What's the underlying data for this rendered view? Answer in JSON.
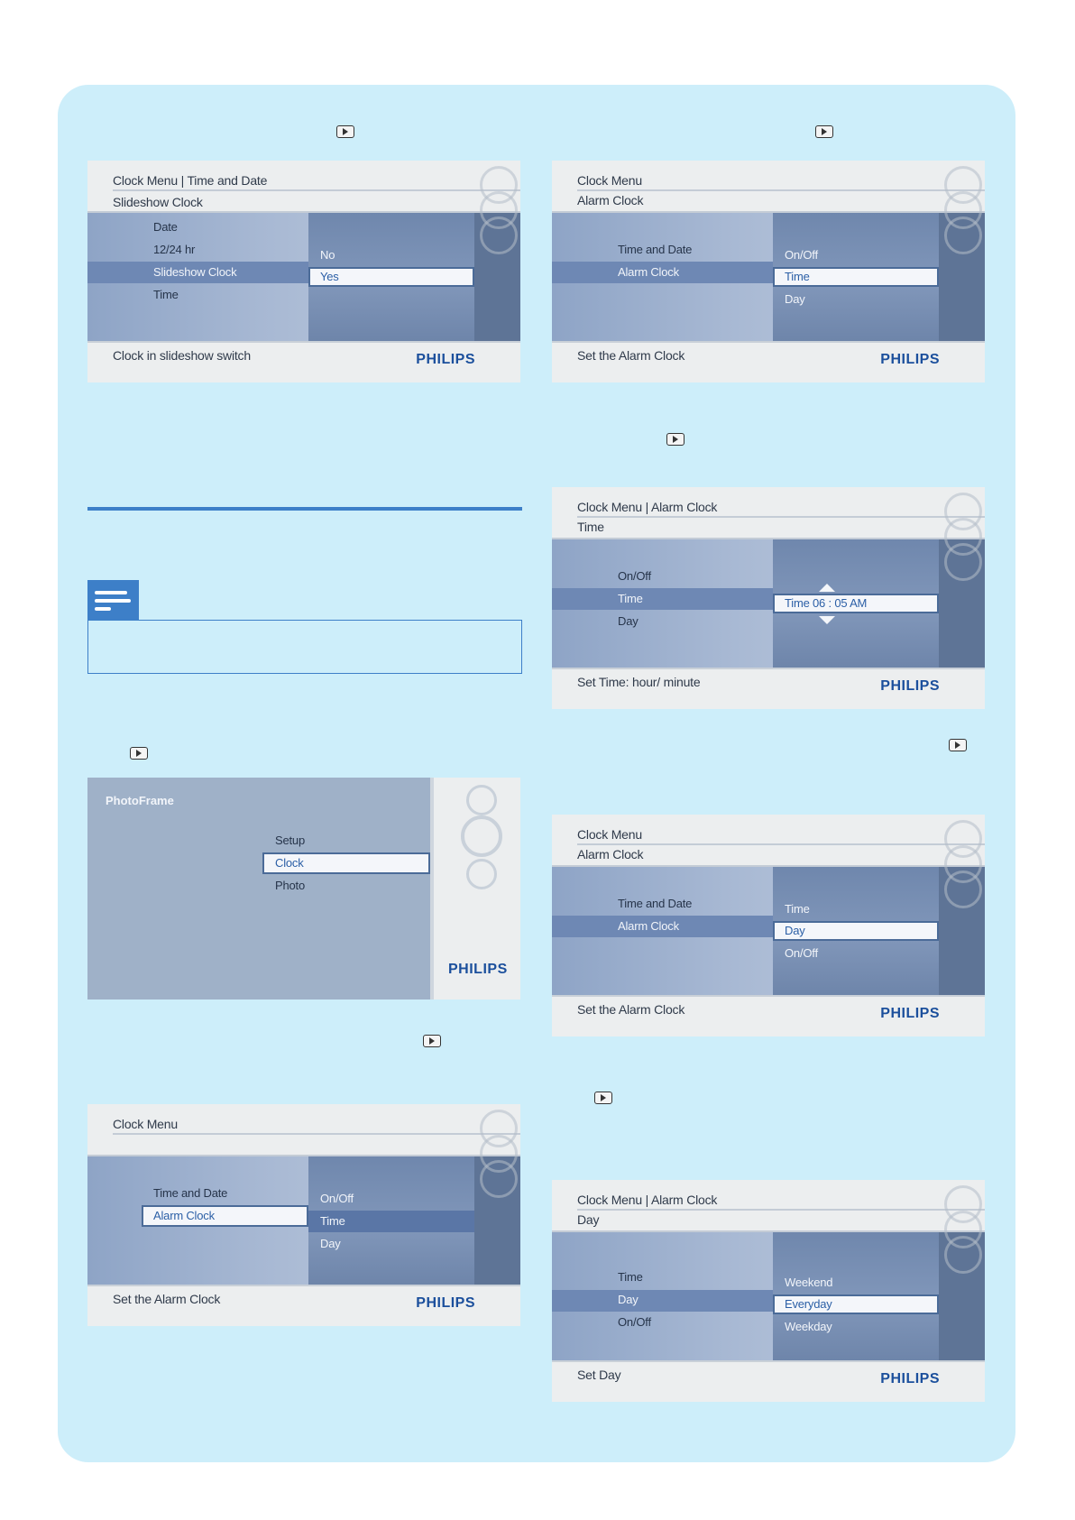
{
  "panels": {
    "slideshow_clock": {
      "title": "Clock Menu | Time and  Date",
      "subtitle": "Slideshow Clock",
      "menu": [
        "Date",
        "12/24 hr",
        "Slideshow Clock",
        "Time"
      ],
      "options": [
        "No",
        "Yes"
      ],
      "footer": "Clock in slideshow switch",
      "logo": "PHILIPS"
    },
    "alarm_clock_time": {
      "title": "Clock Menu",
      "subtitle": "Alarm Clock",
      "menu": [
        "Time and Date",
        "Alarm Clock"
      ],
      "options": [
        "On/Off",
        "Time",
        "Day"
      ],
      "footer": "Set the Alarm Clock",
      "logo": "PHILIPS"
    },
    "set_time": {
      "title": "Clock Menu | Alarm Clock",
      "subtitle": "Time",
      "menu": [
        "On/Off",
        "Time",
        "Day"
      ],
      "value": "Time  06  :  05   AM",
      "footer": "Set Time: hour/ minute",
      "logo": "PHILIPS"
    },
    "photoframe": {
      "title": "PhotoFrame",
      "menu": [
        "Setup",
        "Clock",
        "Photo"
      ],
      "logo": "PHILIPS"
    },
    "alarm_clock_day": {
      "title": "Clock Menu",
      "subtitle": "Alarm Clock",
      "menu": [
        "Time and Date",
        "Alarm Clock"
      ],
      "options": [
        "Time",
        "Day",
        "On/Off"
      ],
      "footer": "Set the Alarm Clock",
      "logo": "PHILIPS"
    },
    "clock_menu": {
      "title": "Clock Menu",
      "menu": [
        "Time and Date",
        "Alarm Clock"
      ],
      "options": [
        "On/Off",
        "Time",
        "Day"
      ],
      "footer": "Set the Alarm Clock",
      "logo": "PHILIPS"
    },
    "set_day": {
      "title": "Clock Menu | Alarm Clock",
      "subtitle": "Day",
      "menu": [
        "Time",
        "Day",
        "On/Off"
      ],
      "options": [
        "Weekend",
        "Everyday",
        "Weekday"
      ],
      "footer": "Set Day",
      "logo": "PHILIPS"
    }
  }
}
